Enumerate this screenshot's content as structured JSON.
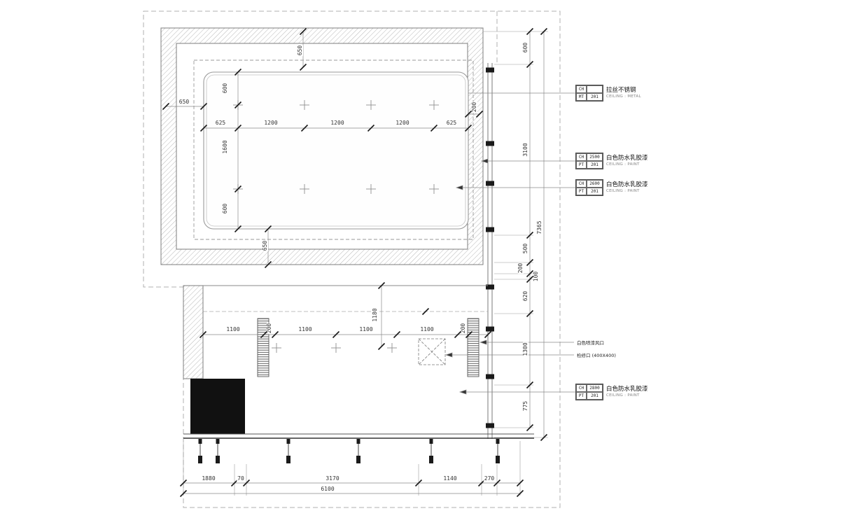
{
  "colors": {
    "line": "#8a8a8a",
    "tick": "#1a1a1a",
    "solid_fill": "#111111",
    "background": "#ffffff"
  },
  "dims": {
    "upper": {
      "left650": "650",
      "top650": "650",
      "bot650": "650",
      "col600a": "600",
      "col1600": "1600",
      "col600b": "600",
      "r625a": "625",
      "r1200a": "1200",
      "r1200b": "1200",
      "r1200c": "1200",
      "r625b": "625",
      "gap200": "200"
    },
    "right": {
      "d600": "600",
      "d3100": "3100",
      "d500": "500",
      "d200": "200",
      "d100": "100",
      "d620": "620",
      "d1300": "1300",
      "d775": "775",
      "total": "7365"
    },
    "lower": {
      "d1180": "1180",
      "a1100": "1100",
      "b200": "200",
      "c1100": "1100",
      "d1100": "1100",
      "e1100": "1100",
      "f200": "200"
    },
    "bottom": {
      "d1880": "1880",
      "d70": "70",
      "d3170": "3170",
      "d1140": "1140",
      "d270": "270",
      "total": "6100"
    }
  },
  "callouts": {
    "metal": {
      "r1c1": "CH",
      "r1c2": "",
      "r2c1": "MT",
      "r2c2": "201",
      "title": "拉丝不锈钢",
      "subtitle": "CEILING : METAL"
    },
    "paint2500": {
      "r1c1": "CH",
      "r1c2": "2500",
      "r2c1": "PT",
      "r2c2": "201",
      "title": "白色防水乳胶漆",
      "subtitle": "CEILING : PAINT"
    },
    "paint2600": {
      "r1c1": "CH",
      "r1c2": "2600",
      "r2c1": "PT",
      "r2c2": "201",
      "title": "白色防水乳胶漆",
      "subtitle": "CEILING : PAINT"
    },
    "paint2800": {
      "r1c1": "CH",
      "r1c2": "2800",
      "r2c1": "PT",
      "r2c2": "201",
      "title": "白色防水乳胶漆",
      "subtitle": "CEILING : PAINT"
    }
  },
  "notes": {
    "vent": "白色喷漆风口",
    "access": "检修口 (400X400)"
  }
}
